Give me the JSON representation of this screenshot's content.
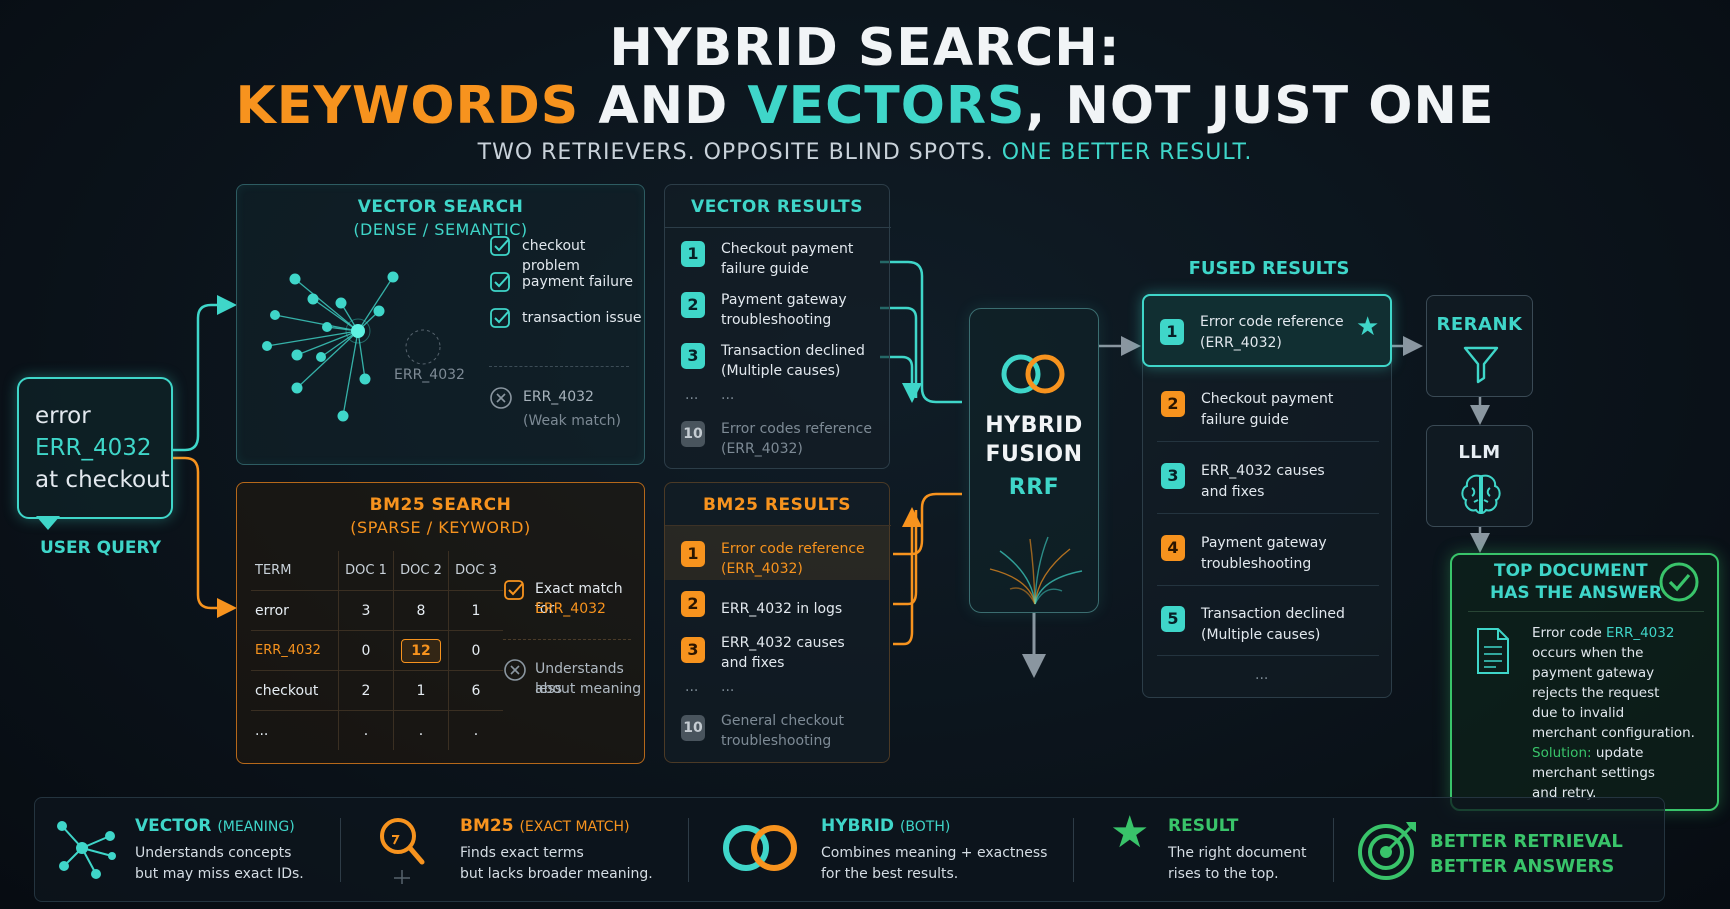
{
  "title": {
    "line1": "HYBRID SEARCH:",
    "line2_keywords": "KEYWORDS",
    "line2_and": " AND ",
    "line2_vectors": "VECTORS",
    "line2_rest": ", NOT JUST ONE",
    "subtitle_main": "TWO RETRIEVERS. OPPOSITE BLIND SPOTS. ",
    "subtitle_accent": "ONE BETTER RESULT."
  },
  "user_query": {
    "line1": "error",
    "line2": "ERR_4032",
    "line3": "at checkout",
    "label": "USER QUERY"
  },
  "vector_search": {
    "title": "VECTOR SEARCH",
    "subtitle": "(DENSE / SEMANTIC)",
    "outlier_label": "ERR_4032",
    "matches": [
      "checkout problem",
      "payment failure",
      "transaction issue"
    ],
    "weak_label": "ERR_4032",
    "weak_note": "(Weak match)"
  },
  "bm25_search": {
    "title": "BM25 SEARCH",
    "subtitle": "(SPARSE / KEYWORD)",
    "headers": [
      "TERM",
      "DOC 1",
      "DOC 2",
      "DOC 3"
    ],
    "rows": [
      {
        "term": "error",
        "d1": "3",
        "d2": "8",
        "d3": "1"
      },
      {
        "term": "ERR_4032",
        "d1": "0",
        "d2": "12",
        "d3": "0"
      },
      {
        "term": "checkout",
        "d1": "2",
        "d2": "1",
        "d3": "6"
      },
      {
        "term": "...",
        "d1": ".",
        "d2": ".",
        "d3": "."
      }
    ],
    "exact_label": "Exact match for",
    "exact_term": "ERR_4032",
    "less_label": "Understands less",
    "less_label2": "about meaning"
  },
  "vector_results": {
    "title": "VECTOR RESULTS",
    "items": [
      {
        "rank": "1",
        "line1": "Checkout payment",
        "line2": "failure guide"
      },
      {
        "rank": "2",
        "line1": "Payment gateway",
        "line2": "troubleshooting"
      },
      {
        "rank": "3",
        "line1": "Transaction declined",
        "line2": "(Multiple causes)"
      }
    ],
    "ellipsis": "...",
    "last": {
      "rank": "10",
      "line1": "Error codes reference",
      "line2": "(ERR_4032)"
    }
  },
  "bm25_results": {
    "title": "BM25 RESULTS",
    "items": [
      {
        "rank": "1",
        "line1": "Error code reference",
        "line2": "(ERR_4032)"
      },
      {
        "rank": "2",
        "line1": "ERR_4032 in logs",
        "line2": ""
      },
      {
        "rank": "3",
        "line1": "ERR_4032 causes",
        "line2": "and fixes"
      }
    ],
    "ellipsis": "...",
    "last": {
      "rank": "10",
      "line1": "General checkout",
      "line2": "troubleshooting"
    }
  },
  "fusion": {
    "line1": "HYBRID",
    "line2": "FUSION",
    "line3": "RRF"
  },
  "fused_results": {
    "title": "FUSED RESULTS",
    "items": [
      {
        "rank": "1",
        "line1": "Error code reference",
        "line2": "(ERR_4032)"
      },
      {
        "rank": "2",
        "line1": "Checkout payment",
        "line2": "failure guide"
      },
      {
        "rank": "3",
        "line1": "ERR_4032 causes",
        "line2": "and fixes"
      },
      {
        "rank": "4",
        "line1": "Payment gateway",
        "line2": "troubleshooting"
      },
      {
        "rank": "5",
        "line1": "Transaction declined",
        "line2": "(Multiple causes)"
      }
    ],
    "ellipsis": "..."
  },
  "rerank": {
    "label": "RERANK"
  },
  "llm": {
    "label": "LLM"
  },
  "top_document": {
    "title1": "TOP DOCUMENT",
    "title2": "HAS THE ANSWER",
    "l1a": "Error code ",
    "l1b": "ERR_4032",
    "l2": "occurs when the",
    "l3": "payment gateway",
    "l4": "rejects the request",
    "l5": "due to invalid",
    "l6": "merchant configuration.",
    "l7a": "Solution:",
    "l7b": " update",
    "l8": "merchant settings",
    "l9": "and retry."
  },
  "legend": {
    "vector": {
      "title": "VECTOR",
      "tag": "(MEANING)",
      "l1": "Understands concepts",
      "l2": "but may miss exact IDs."
    },
    "bm25": {
      "title": "BM25",
      "tag": "(EXACT MATCH)",
      "l1": "Finds exact terms",
      "l2": "but lacks broader meaning."
    },
    "hybrid": {
      "title": "HYBRID",
      "tag": "(BOTH)",
      "l1": "Combines meaning + exactness",
      "l2": "for the best results."
    },
    "result": {
      "title": "RESULT",
      "l1": "The right document",
      "l2": "rises to the top."
    },
    "better": {
      "l1": "BETTER RETRIEVAL",
      "l2": "BETTER ANSWERS"
    }
  },
  "colors": {
    "teal": "#3fd6c9",
    "orange": "#f7931e",
    "green": "#39c46a",
    "background": "#0b1219"
  }
}
